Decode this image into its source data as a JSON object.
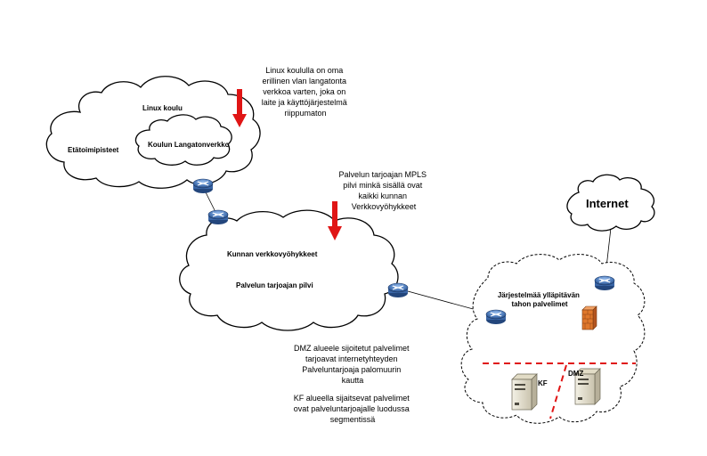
{
  "clouds": {
    "linux_koulu": "Linux koulu",
    "etatoimipisteet": "Etätoimipisteet",
    "langatonverkko": "Koulun Langatonverkko",
    "kunnan_verkkovyohykkeet": "Kunnan verkkovyöhykkeet",
    "palvelun_tarjoajan_pilvi": "Palvelun tarjoajan pilvi",
    "internet": "Internet",
    "yllapitava_line1": "Järjestelmää ylläpitävän",
    "yllapitava_line2": "tahon palvelimet"
  },
  "notes": {
    "linux_note": [
      "Linux koululla on oma",
      "erillinen vlan langatonta",
      "verkkoa varten, joka on",
      "laite ja käyttöjärjestelmä",
      "riippumaton"
    ],
    "mpls_note": [
      "Palvelun tarjoajan MPLS",
      "pilvi minkä sisällä ovat",
      "kaikki kunnan",
      "Verkkovyöhykkeet"
    ],
    "dmz_note": [
      "DMZ alueele sijoitetut palvelimet",
      "tarjoavat internetyhteyden",
      "Palveluntarjoaja palomuurin",
      "kautta"
    ],
    "kf_note": [
      "KF alueella sijaitsevat palvelimet",
      "ovat palveluntarjoajalle luodussa",
      "segmentissä"
    ]
  },
  "servers": {
    "kf": "KF",
    "dmz": "DMZ"
  },
  "colors": {
    "router": "#4a78b8",
    "arrow": "#e01515",
    "firewall": "#e0782c",
    "segment_line": "#e01515"
  }
}
